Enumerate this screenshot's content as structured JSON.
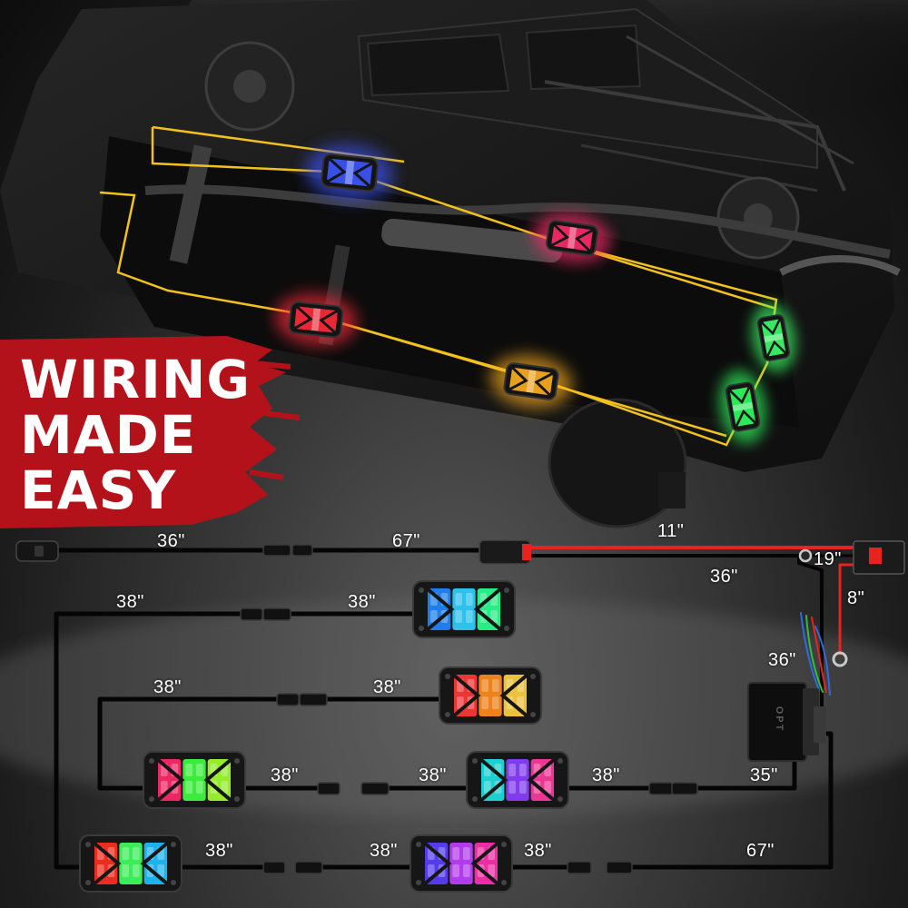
{
  "banner": {
    "line1": "WIRING",
    "line2": "MADE",
    "line3": "EASY"
  },
  "brand": {
    "module_logo": "OPT"
  },
  "colors": {
    "banner_red": "#b3121b",
    "wire_yellow": "#f2c21a",
    "wire_red": "#e8231f",
    "wire_black": "#0a0a0a",
    "cable_blue": "#2f6ae0",
    "cable_green": "#2fbf3f"
  },
  "cable_lengths": [
    {
      "id": "switch-lead",
      "label": "36\""
    },
    {
      "id": "extension",
      "label": "67\""
    },
    {
      "id": "battery-red",
      "label": "11\""
    },
    {
      "id": "fuse-lead",
      "label": "19\""
    },
    {
      "id": "ground-lead",
      "label": "36\""
    },
    {
      "id": "fuse-to-ring",
      "label": "8\""
    },
    {
      "id": "module-lead",
      "label": "36\""
    },
    {
      "id": "pod1-in",
      "label": "38\""
    },
    {
      "id": "pod1-out",
      "label": "38\""
    },
    {
      "id": "pod2-in",
      "label": "38\""
    },
    {
      "id": "pod2-out",
      "label": "38\""
    },
    {
      "id": "pod3-out",
      "label": "38\""
    },
    {
      "id": "pod4-in",
      "label": "38\""
    },
    {
      "id": "pod4-out",
      "label": "38\""
    },
    {
      "id": "controller-out",
      "label": "35\""
    },
    {
      "id": "pod5-out",
      "label": "38\""
    },
    {
      "id": "pod6-in",
      "label": "38\""
    },
    {
      "id": "pod6-out",
      "label": "38\""
    },
    {
      "id": "return",
      "label": "67\""
    }
  ],
  "vehicle_pods": [
    {
      "id": "pod-front-top",
      "color": "#3c55ff"
    },
    {
      "id": "pod-mid-upper",
      "color": "#ff2a6a"
    },
    {
      "id": "pod-front-low",
      "color": "#ff2a3a"
    },
    {
      "id": "pod-mid-low",
      "color": "#ffb020"
    },
    {
      "id": "pod-rear-upper",
      "color": "#3cff6a"
    },
    {
      "id": "pod-rear-low",
      "color": "#30ff60"
    }
  ],
  "diagram_pods": [
    {
      "id": "pod-1",
      "colors": [
        "#1e88ff",
        "#30d0ff",
        "#2aff90"
      ]
    },
    {
      "id": "pod-2",
      "colors": [
        "#ff3a3a",
        "#ff8c1a",
        "#ffd040"
      ]
    },
    {
      "id": "pod-3",
      "colors": [
        "#ff2a6a",
        "#40ff40",
        "#a0ff30"
      ]
    },
    {
      "id": "pod-4",
      "colors": [
        "#20e0e0",
        "#8a40ff",
        "#ff3aa0"
      ]
    },
    {
      "id": "pod-5",
      "colors": [
        "#ff3020",
        "#40ff60",
        "#20c0ff"
      ]
    },
    {
      "id": "pod-6",
      "colors": [
        "#5a40ff",
        "#c040ff",
        "#ff30b0"
      ]
    }
  ]
}
